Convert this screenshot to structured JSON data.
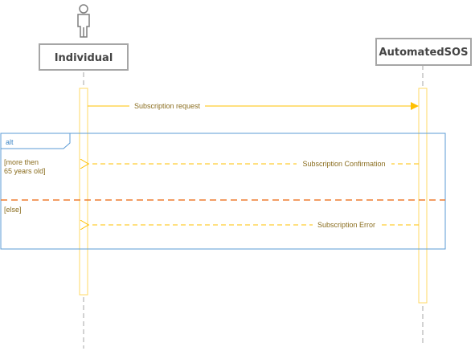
{
  "participants": {
    "left": {
      "name": "Individual"
    },
    "right": {
      "name": "AutomatedSOS"
    }
  },
  "messages": {
    "request": "Subscription request",
    "confirmation": "Subscription Confirmation",
    "error": "Subscription Error"
  },
  "fragment": {
    "operator": "alt",
    "guard_line1": "[more then",
    "guard_line2": "65 years old]",
    "else_guard": "[else]"
  },
  "colors": {
    "lifeline": "#a6a6a6",
    "participant_border": "#a6a6a6",
    "activation": "#ffd966",
    "message": "#ffc000",
    "fragment_border": "#5b9bd5",
    "separator": "#ed7d31"
  },
  "icons": {
    "actor": "person-icon"
  }
}
